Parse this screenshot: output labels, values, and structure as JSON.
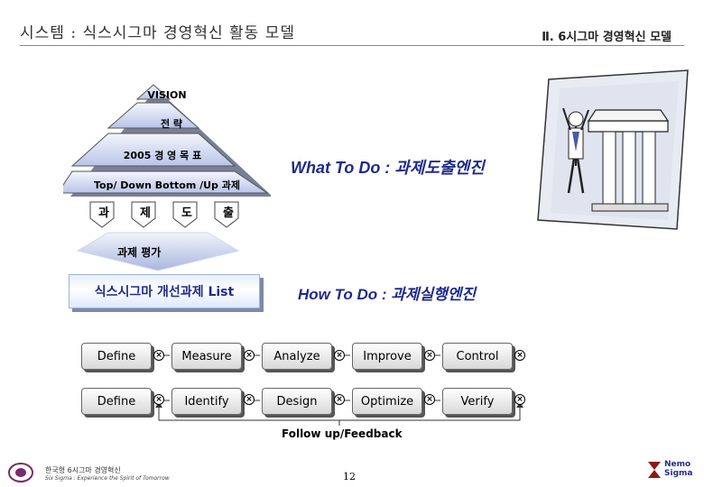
{
  "header": {
    "title": "시스템 : 식스시그마 경영혁신 활동 모델",
    "section": "Ⅱ. 6시그마 경영혁신 모델"
  },
  "pyramid": {
    "vision": "VISION",
    "strategy": "전 략",
    "goal": "2005 경 영 목 표",
    "topdown": "Top/ Down Bottom /Up 과제"
  },
  "derive_chars": [
    "과",
    "제",
    "도",
    "출"
  ],
  "evaluation": "과제 평가",
  "what_heading": "What To Do : 과제도출엔진",
  "list_box": "식스시그마  개선과제  List",
  "how_heading": "How  To  Do : 과제실행엔진",
  "process_rows": [
    [
      "Define",
      "Measure",
      "Analyze",
      "Improve",
      "Control"
    ],
    [
      "Define",
      "Identify",
      "Design",
      "Optimize",
      "Verify"
    ]
  ],
  "follow_up": "Follow up/Feedback",
  "page_number": "12",
  "footer": {
    "company": "한국형 6시그마 경영혁신",
    "tagline": "Six Sigma : Experience the Spirit of Tomorrow",
    "logo_text": "Nemo Sigma"
  },
  "colors": {
    "heading_blue": "#1f2b8c",
    "pyramid_fill": "#c9d3ec",
    "arrow_fill": "#b9c4e6"
  },
  "icons": {
    "step_connector": "circle-x-icon",
    "illustration": "person-lifting-pillar",
    "left_logo": "logo-seal",
    "right_logo": "nemo-sigma-logo"
  }
}
